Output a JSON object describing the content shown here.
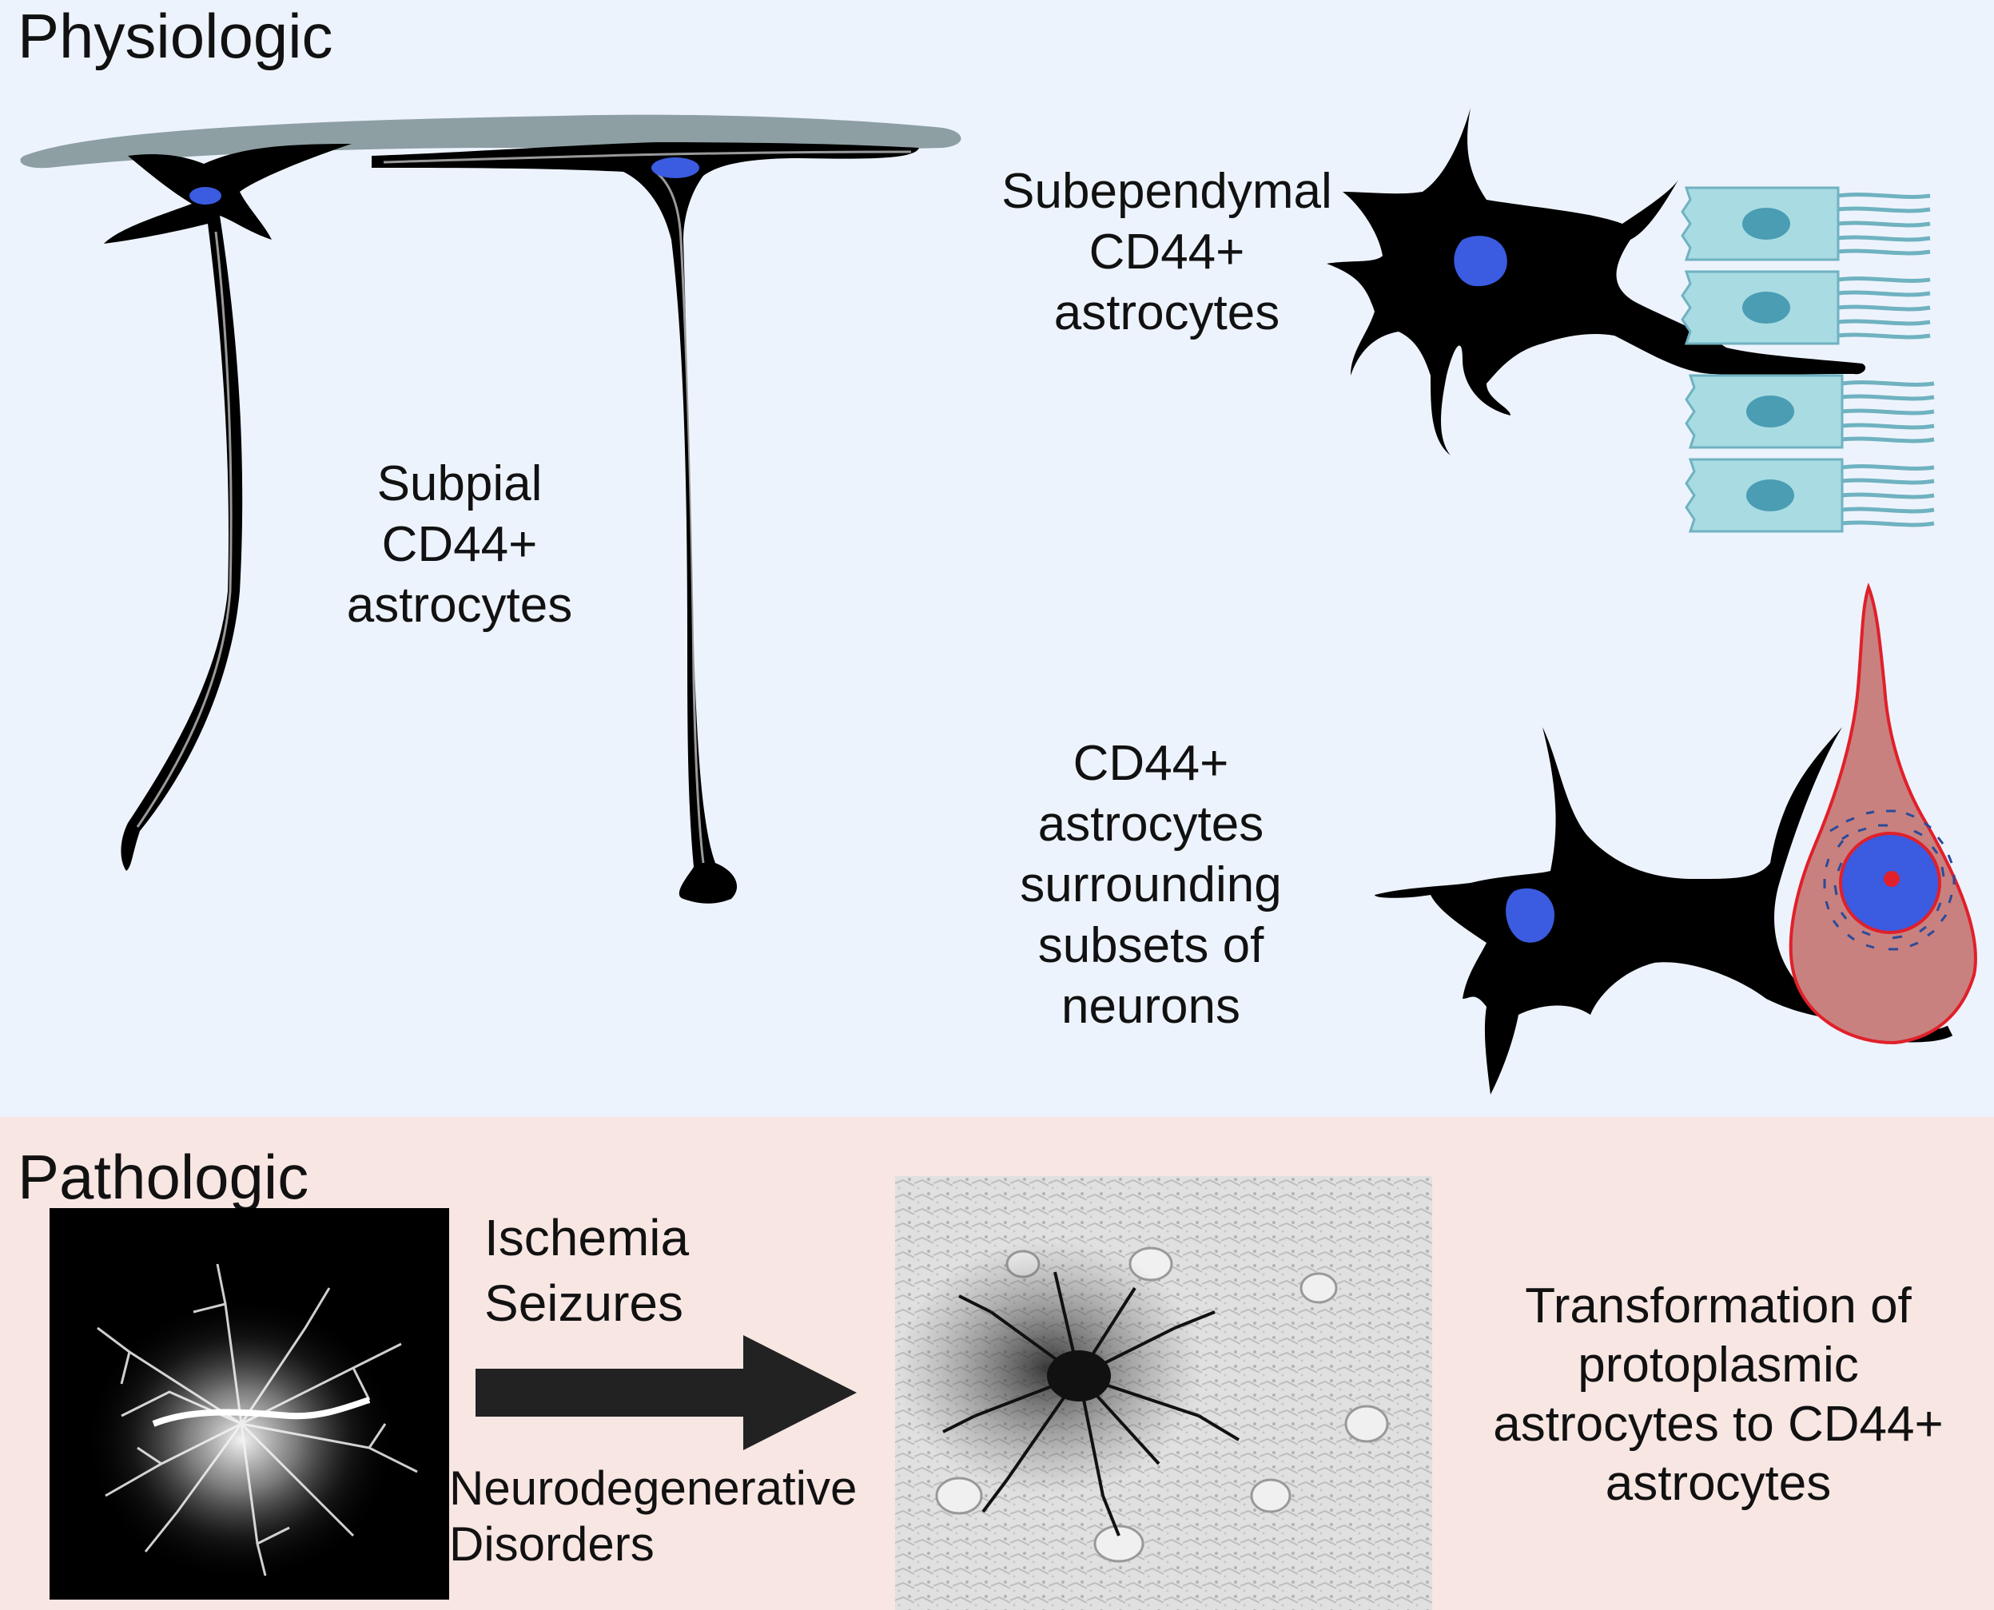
{
  "physiologic": {
    "title": "Physiologic",
    "subpial_label": [
      "Subpial",
      "CD44+",
      "astrocytes"
    ],
    "subependymal_label": [
      "Subependymal",
      "CD44+",
      "astrocytes"
    ],
    "neuron_label": [
      "CD44+",
      "astrocytes",
      "surrounding",
      "subsets of",
      "neurons"
    ]
  },
  "pathologic": {
    "title": "Pathologic",
    "arrow_label_top": [
      "Ischemia",
      "Seizures"
    ],
    "arrow_label_bottom": [
      "Neurodegenerative",
      "Disorders"
    ],
    "result_label": [
      "Transformation of",
      "protoplasmic",
      "astrocytes to CD44+",
      "astrocytes"
    ]
  },
  "colors": {
    "physiologic_bg": "#edf3fc",
    "pathologic_bg": "#f8e6e3",
    "astrocyte": "#000000",
    "nucleus": "#3b5be0",
    "ependymal_cell": "#a9dbe3",
    "neuron_body": "#c9817f",
    "neuron_outline": "#e0202a",
    "pia": "#8a9ba0"
  },
  "icons": [
    "subpial-astrocyte-icon",
    "subependymal-astrocyte-icon",
    "ependymal-cell-icon",
    "neuron-icon",
    "arrow-icon",
    "fluorescent-astrocyte-image",
    "cd44-stained-tissue-image"
  ]
}
